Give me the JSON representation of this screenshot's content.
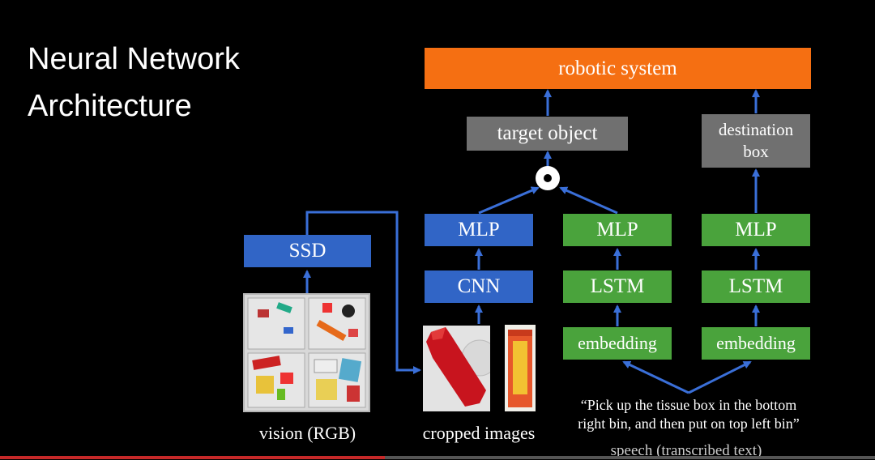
{
  "slide": {
    "title_line1": "Neural Network",
    "title_line2": "Architecture"
  },
  "diagram": {
    "robotic_system": "robotic system",
    "target_object": "target object",
    "destination_box_line1": "destination",
    "destination_box_line2": "box",
    "dot_product_symbol": "⊙",
    "ssd": "SSD",
    "cnn": "CNN",
    "mlp_vision": "MLP",
    "mlp_speech_1": "MLP",
    "mlp_speech_2": "MLP",
    "lstm_1": "LSTM",
    "lstm_2": "LSTM",
    "embedding_1": "embedding",
    "embedding_2": "embedding",
    "vision_label": "vision (RGB)",
    "cropped_label": "cropped images",
    "quote_line1": "“Pick up the tissue box in the bottom",
    "quote_line2": "right bin, and then put on top left bin”",
    "speech_label": "speech (transcribed text)"
  },
  "colors": {
    "blue": "#3165c6",
    "green": "#4aa33c",
    "gray": "#707070",
    "orange": "#f56f12",
    "arrow": "#3a6fd8",
    "progress": "#c62828"
  },
  "progress": {
    "fraction": 0.44
  }
}
